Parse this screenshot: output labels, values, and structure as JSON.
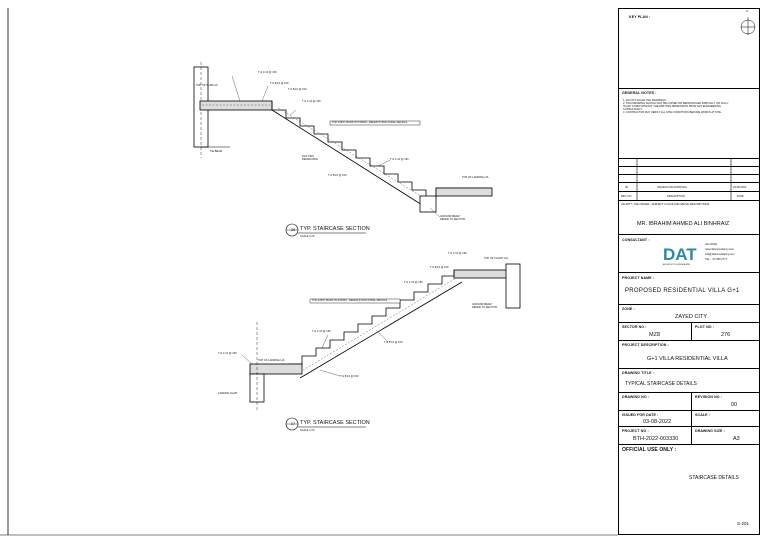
{
  "sheet": {
    "key_plan_label": "KEY PLAN :",
    "north_label": "N",
    "general_notes_label": "GENERAL NOTES :",
    "general_notes": [
      "1.  DO NOT SCALE THE DRAWINGS.",
      "2.  THIS DRAWING SHOULD NOT BE COPIED OR REPRODUCED PARTIALLY OR FULLY",
      "    IN ANY FORM WITHOUT THE WRITTEN PERMISSION FROM DAT ENGINEERING",
      "    CONSULTANCY.",
      "3.  CONTRACTOR MAY VERIFY ALL SITE CONDITIONS BEFORE WORKS AT SITE."
    ],
    "revision": {
      "no": "00",
      "description": "ISSUED FOR APPROVAL",
      "date": "03-08-2022",
      "headers": [
        "REV. NO.",
        "DESCRIPTION",
        "DATE"
      ]
    },
    "valid_label": "VALIDITY: THE OWNER - SUBJECT LOGOS AND ABOVE DESCRIPTIONS.",
    "client_name": "MR. IBRAHIM AHMED ALI BINHRAIZ",
    "consultant_label": "CONSULTANT :",
    "consultant": {
      "logo_text": "DAT",
      "logo_sub": "ARCHITECTS & ENGINEERS",
      "city": "Abu Dhabi",
      "web": "www.datconsultancy.com",
      "email": "info@datconsultancy.com",
      "tel": "TEL. : 02 666 2777"
    },
    "project_label": "PROJECT NAME :",
    "project_name": "PROPOSED RESIDENTIAL VILLA G+1",
    "zone_label": "ZONE :",
    "zone": "ZAYED CITY",
    "sector_label": "SECTOR NO :",
    "sector": "MZ8",
    "plot_label": "PLOT NO :",
    "plot": "276",
    "desc_label": "PROJECT DESCRIPTION :",
    "description": "G+1 VILLA RESIDENTIAL VILLA",
    "drawing_title_label": "DRAWING TITLE :",
    "drawing_title": "TYPICAL STAIRCASE DETAILS",
    "drawing_no_label": "DRAWING NO :",
    "revision_no_label": "REVISION NO :",
    "revision_no": "00",
    "issued_date_label": "ISSUED FOR DATE :",
    "issued_date": "03-08-2022",
    "scale_label": "SCALE :",
    "scale": "",
    "project_no_label": "PROJECT NO :",
    "project_no": "BTH-2022-003330",
    "drawing_size_label": "DRAWING SIZE :",
    "drawing_size": "A3",
    "official_label": "OFFICIAL USE ONLY :",
    "sheet_title": "STAIRCASE DETAILS",
    "sheet_no": "S-201"
  },
  "details": {
    "section1_title": "TYP. STAIRCASE SECTION",
    "section1_no": "26",
    "section2_title": "TYP. STAIRCASE SECTION",
    "section2_no": "27",
    "section_scale": "SCALE 1:20",
    "labels": {
      "top_of_slab": "TOP OF SLAB LVL",
      "tc": "T & C 10 @ 150",
      "tb": "T & B 10 @ 150",
      "bar_note": "TOP & BOT BARS IN STAIRS - REFER STRUCTURAL DETAILS",
      "tie": "TIE BEAM",
      "tie_beam": "DAS TIES\nREFER DWG",
      "top_flight": "TOP OF FLIGHT LVL",
      "top_landing": "TOP OF LANDING LVL",
      "ground_note": "GROUND BEAM\nREFER TO SECTION",
      "landing_slab": "LANDING SLAB"
    }
  }
}
